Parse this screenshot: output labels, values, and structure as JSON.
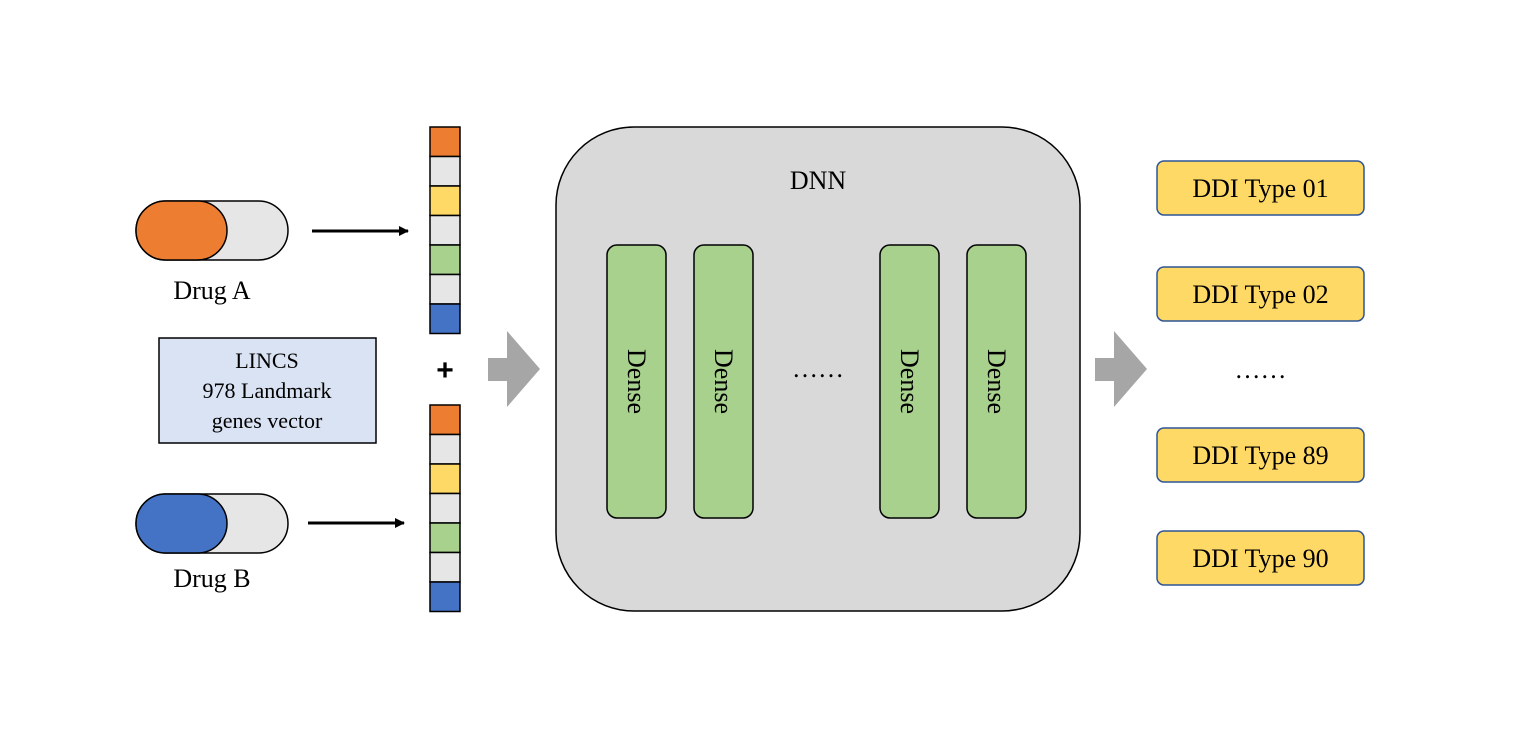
{
  "drugs": [
    {
      "label": "Drug A",
      "color": "#ED7D31"
    },
    {
      "label": "Drug B",
      "color": "#4472C4"
    }
  ],
  "lincs_box": {
    "lines": [
      "LINCS",
      "978 Landmark",
      "genes vector"
    ],
    "fill": "#DAE3F3"
  },
  "vector_colors": [
    "#ED7D31",
    "#E7E6E6",
    "#FFD966",
    "#E7E6E6",
    "#A9D18E",
    "#E7E6E6",
    "#4472C4"
  ],
  "plus_symbol": "+",
  "dnn": {
    "title": "DNN",
    "layers": [
      "Dense",
      "Dense",
      "Dense",
      "Dense"
    ],
    "ellipsis": "……",
    "layer_color": "#A9D18E",
    "panel_color": "#D9D9D9"
  },
  "outputs": {
    "items": [
      "DDI Type 01",
      "DDI Type 02",
      "DDI Type 89",
      "DDI Type 90"
    ],
    "ellipsis": "……",
    "color": "#FFD966",
    "border_color": "#2F5597"
  }
}
